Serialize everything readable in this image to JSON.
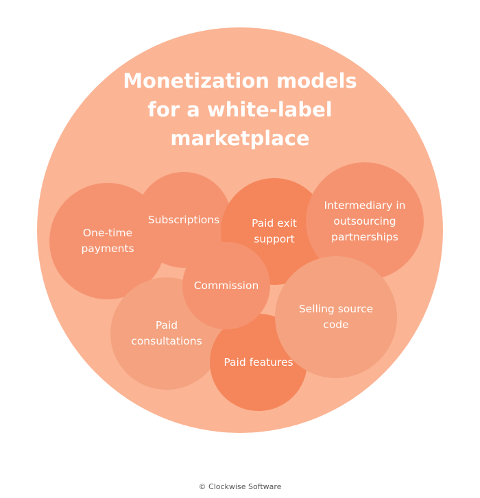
{
  "diagram": {
    "title_lines": [
      "Monetization models",
      "for a white-label",
      "marketplace"
    ],
    "colors": {
      "outer_circle": "#FBB494",
      "bubble_light": "#F4A27F",
      "bubble_medium": "#F59370",
      "bubble_dark": "#F5855A"
    },
    "bubbles": [
      {
        "id": "one-time-payments",
        "lines": [
          "One-time",
          "payments"
        ],
        "shade": "medium"
      },
      {
        "id": "paid-consultations",
        "lines": [
          "Paid",
          "consultations"
        ],
        "shade": "light"
      },
      {
        "id": "subscriptions",
        "lines": [
          "Subscriptions"
        ],
        "shade": "medium"
      },
      {
        "id": "paid-exit-support",
        "lines": [
          "Paid exit",
          "support"
        ],
        "shade": "dark"
      },
      {
        "id": "intermediary-in-outsourcing-partnerships",
        "lines": [
          "Intermediary in",
          "outsourcing",
          "partnerships"
        ],
        "shade": "medium"
      },
      {
        "id": "paid-features",
        "lines": [
          "Paid features"
        ],
        "shade": "dark"
      },
      {
        "id": "selling-source-code",
        "lines": [
          "Selling source",
          "code"
        ],
        "shade": "light"
      },
      {
        "id": "commission",
        "lines": [
          "Commission"
        ],
        "shade": "medium"
      }
    ]
  },
  "footer": {
    "credit": "© Clockwise Software"
  }
}
